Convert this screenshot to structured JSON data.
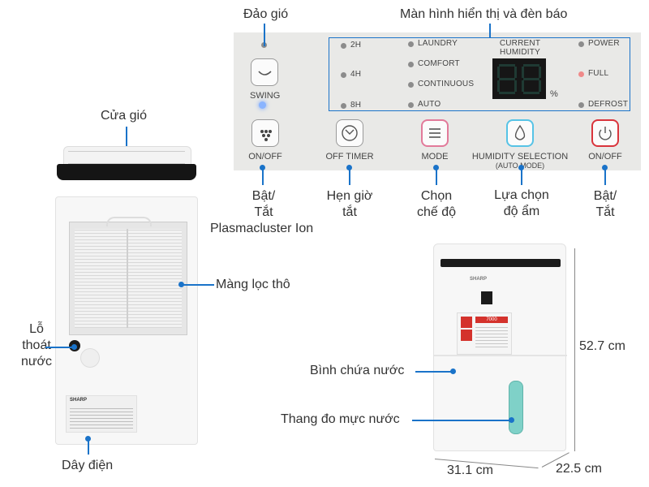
{
  "callouts": {
    "swing": "Đảo gió",
    "display": "Màn hình hiển thị và đèn báo",
    "air_vent": "Cửa gió",
    "plasmacluster_1": "Bật/",
    "plasmacluster_2": "Tắt",
    "plasmacluster_3": "Plasmacluster Ion",
    "off_timer_1": "Hẹn giờ",
    "off_timer_2": "tắt",
    "mode_1": "Chọn",
    "mode_2": "chế độ",
    "humidity_1": "Lựa chọn",
    "humidity_2": "độ ẩm",
    "power_1": "Bật/",
    "power_2": "Tắt",
    "filter": "Màng lọc thô",
    "drain_1": "Lỗ",
    "drain_2": "thoát",
    "drain_3": "nước",
    "cord": "Dây điện",
    "tank": "Bình chứa nước",
    "level_gauge": "Thang đo mực nước"
  },
  "panel": {
    "swing_label": "SWING",
    "onoff_left": "ON/OFF",
    "off_timer": "OFF TIMER",
    "mode": "MODE",
    "humidity_selection": "HUMIDITY SELECTION",
    "auto_mode": "(AUTO MODE)",
    "onoff_right": "ON/OFF",
    "timer_2h": "2H",
    "timer_4h": "4H",
    "timer_8h": "8H",
    "laundry": "LAUNDRY",
    "comfort": "COMFORT",
    "continuous": "CONTINUOUS",
    "auto": "AUTO",
    "current_humidity_1": "CURRENT",
    "current_humidity_2": "HUMIDITY",
    "percent": "%",
    "power": "POWER",
    "full": "FULL",
    "defrost": "DEFROST"
  },
  "device": {
    "brand": "SHARP",
    "model": "SHARP",
    "sticker": "7000"
  },
  "dimensions": {
    "height": "52.7 cm",
    "width": "31.1 cm",
    "depth": "22.5 cm"
  },
  "colors": {
    "callout_line": "#1a73c9",
    "panel_bg": "#e9e9e7",
    "mode_ring": "#e27a9a",
    "humidity_ring": "#56c3e6",
    "power_ring": "#d9343c",
    "full_led": "#f08a8a",
    "gauge": "#7fd1c8"
  },
  "icons": [
    "swing-icon",
    "plasmacluster-icon",
    "timer-icon",
    "mode-icon",
    "droplet-icon",
    "power-icon"
  ]
}
